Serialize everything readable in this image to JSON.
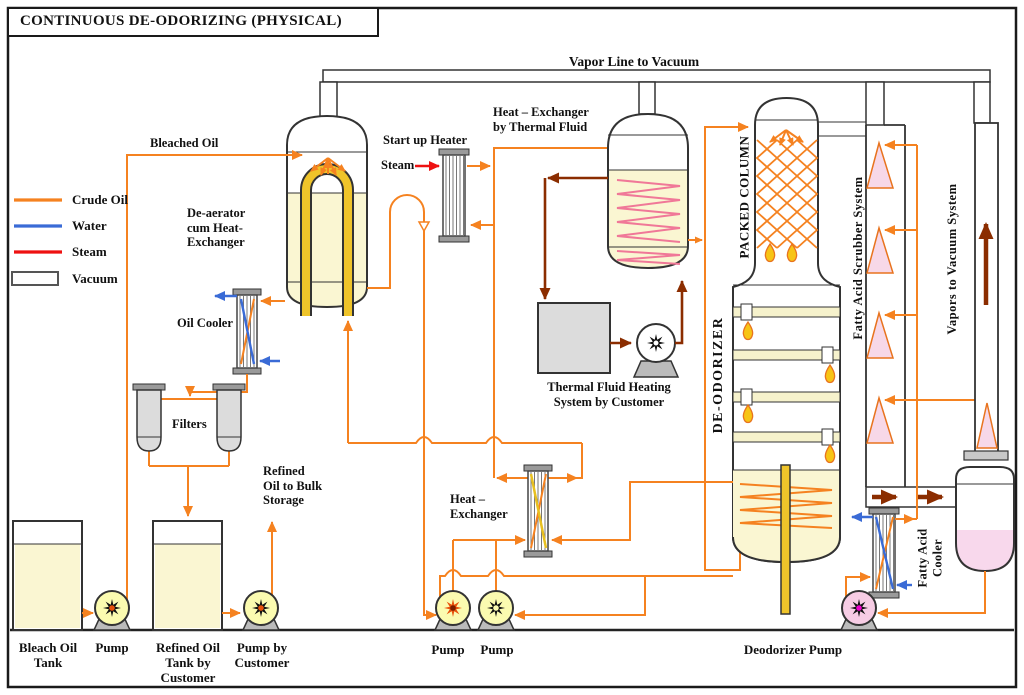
{
  "title": "CONTINUOUS DE-ODORIZING (PHYSICAL)",
  "legend": {
    "items": [
      {
        "label": "Crude Oil",
        "color": "#F58220",
        "swatch": "line"
      },
      {
        "label": "Water",
        "color": "#3A6BD6",
        "swatch": "line"
      },
      {
        "label": "Steam",
        "color": "#EE1111",
        "swatch": "line"
      },
      {
        "label": "Vacuum",
        "color": "#FFFFFF",
        "swatch": "box"
      }
    ]
  },
  "labels": {
    "vapor_line": "Vapor Line to Vacuum",
    "bleached_oil": "Bleached Oil",
    "deaerator": "De-aerator\ncum Heat-\nExchanger",
    "oil_cooler": "Oil Cooler",
    "filters": "Filters",
    "startup_heater": "Start up Heater",
    "steam": "Steam",
    "thermal_he": "Heat – Exchanger\nby Thermal Fluid",
    "thermal_heating": "Thermal Fluid Heating\nSystem by Customer",
    "packed_column": "PACKED COLUMN",
    "deodorizer": "DE-ODORIZER",
    "fa_scrubber": "Fatty Acid Scrubber System",
    "vapors_vacuum": "Vapors to Vacuum System",
    "fa_cooler": "Fatty Acid\nCooler",
    "refined_bulk": "Refined\nOil to Bulk\nStorage",
    "heat_exchanger": "Heat –\nExchanger",
    "bleach_tank": "Bleach Oil\nTank",
    "pump1": "Pump",
    "refined_tank": "Refined Oil\nTank by\nCustomer",
    "pump_customer": "Pump by\nCustomer",
    "pump3": "Pump",
    "pump4": "Pump",
    "deodorizer_pump": "Deodorizer Pump"
  },
  "colors": {
    "crude_oil": "#F58220",
    "water": "#3A6BD6",
    "steam": "#EE1111",
    "thermal_fluid": "#8B2D00",
    "oil_fill": "#FAF6D2",
    "gold": "#EFC42A",
    "pink_fill": "#F8D8EC",
    "coil_pink": "#F07898",
    "pump_body": "#FBFBB0",
    "pump_pink": "#F6CCE4",
    "metal_gray": "#C9C9C9"
  }
}
